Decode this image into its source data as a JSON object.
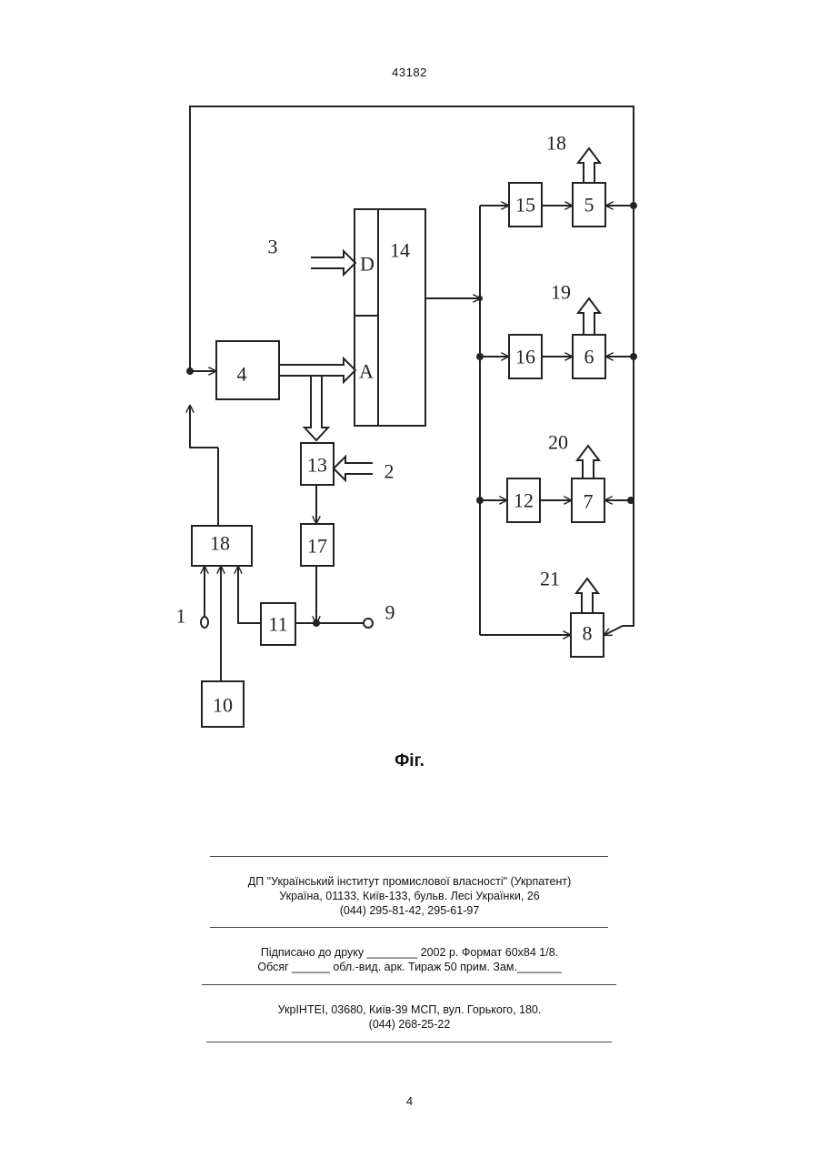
{
  "header": {
    "patent_number": "43182"
  },
  "diagram": {
    "blocks": {
      "b4": "4",
      "b5": "5",
      "b6": "6",
      "b7": "7",
      "b8": "8",
      "b10": "10",
      "b11": "11",
      "b12": "12",
      "b13": "13",
      "b14": "14",
      "b15": "15",
      "b16": "16",
      "b17": "17",
      "b18": "18"
    },
    "ports": {
      "d": "D",
      "a": "A"
    },
    "labels": {
      "l1": "1",
      "l2": "2",
      "l3": "3",
      "l9": "9",
      "l18": "18",
      "l19": "19",
      "l20": "20",
      "l21": "21"
    }
  },
  "caption": "Фіг.",
  "imprint": {
    "publisher_line1": "ДП \"Український інститут промислової власності\" (Укрпатент)",
    "publisher_line2": "Україна, 01133, Київ-133, бульв. Лесі Українки, 26",
    "publisher_line3": "(044) 295-81-42, 295-61-97",
    "print_line1": "Підписано до друку ________ 2002 р.    Формат 60х84 1/8.",
    "print_line2": "Обсяг ______ обл.-вид. арк.   Тираж 50 прим.    Зам._______",
    "printer_line1": "УкрІНТЕІ, 03680, Київ-39 МСП, вул. Горького, 180.",
    "printer_line2": "(044) 268-25-22"
  },
  "footer": {
    "page_number": "4"
  }
}
